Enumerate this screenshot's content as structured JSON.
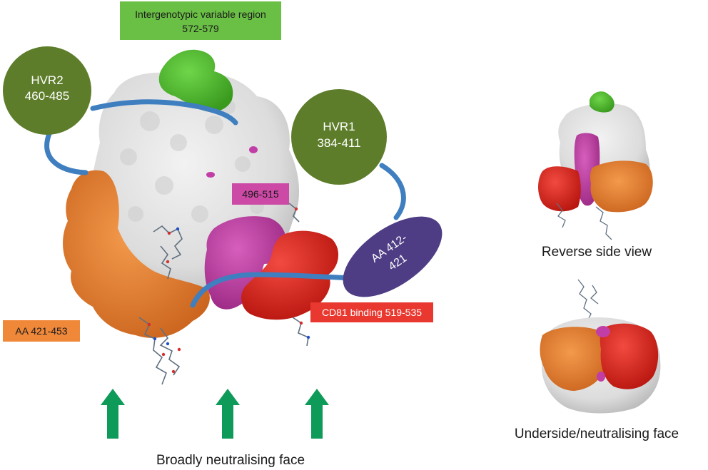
{
  "colors": {
    "surface_white": "#e3e3e3",
    "surface_shadow": "#bdbdbd",
    "green_region": "#49b52c",
    "green_box": "#6abf45",
    "hvr_circle": "#5d7d2a",
    "magenta_region": "#c13ea6",
    "magenta_box": "#cc49a6",
    "red_region": "#e0251f",
    "red_box": "#e8382f",
    "orange_region": "#e5782a",
    "orange_box": "#f0883a",
    "blue_loop": "#3f7fc0",
    "purple_ellipse": "#4e3d84",
    "arrow_green": "#0e9b59",
    "text_dark": "#1a1a1a",
    "text_light": "#ffffff"
  },
  "labels": {
    "ivr_line1": "Intergenotypic variable region",
    "ivr_line2": "572-579",
    "hvr2_line1": "HVR2",
    "hvr2_line2": "460-485",
    "hvr1_line1": "HVR1",
    "hvr1_line2": "384-411",
    "magenta_label": "496-515",
    "aa412_line1": "AA 412-",
    "aa412_line2": "421",
    "cd81": "CD81 binding 519-535",
    "aa421": "AA 421-453",
    "broad_face": "Broadly neutralising face",
    "reverse_view": "Reverse side view",
    "underside_view": "Underside/neutralising face"
  },
  "icons": {
    "arrows": [
      "up-arrow-icon",
      "up-arrow-icon",
      "up-arrow-icon"
    ]
  }
}
